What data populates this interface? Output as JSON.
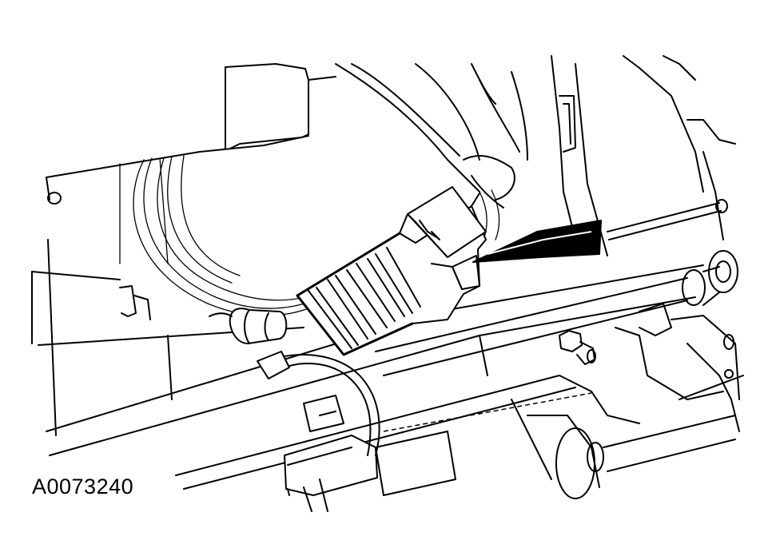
{
  "figure": {
    "id_label": "A0073240",
    "stroke_color": "#000000",
    "background_color": "#ffffff"
  },
  "parts": {
    "connector": "electrical-connector",
    "indicator": "arrow-pointer"
  }
}
